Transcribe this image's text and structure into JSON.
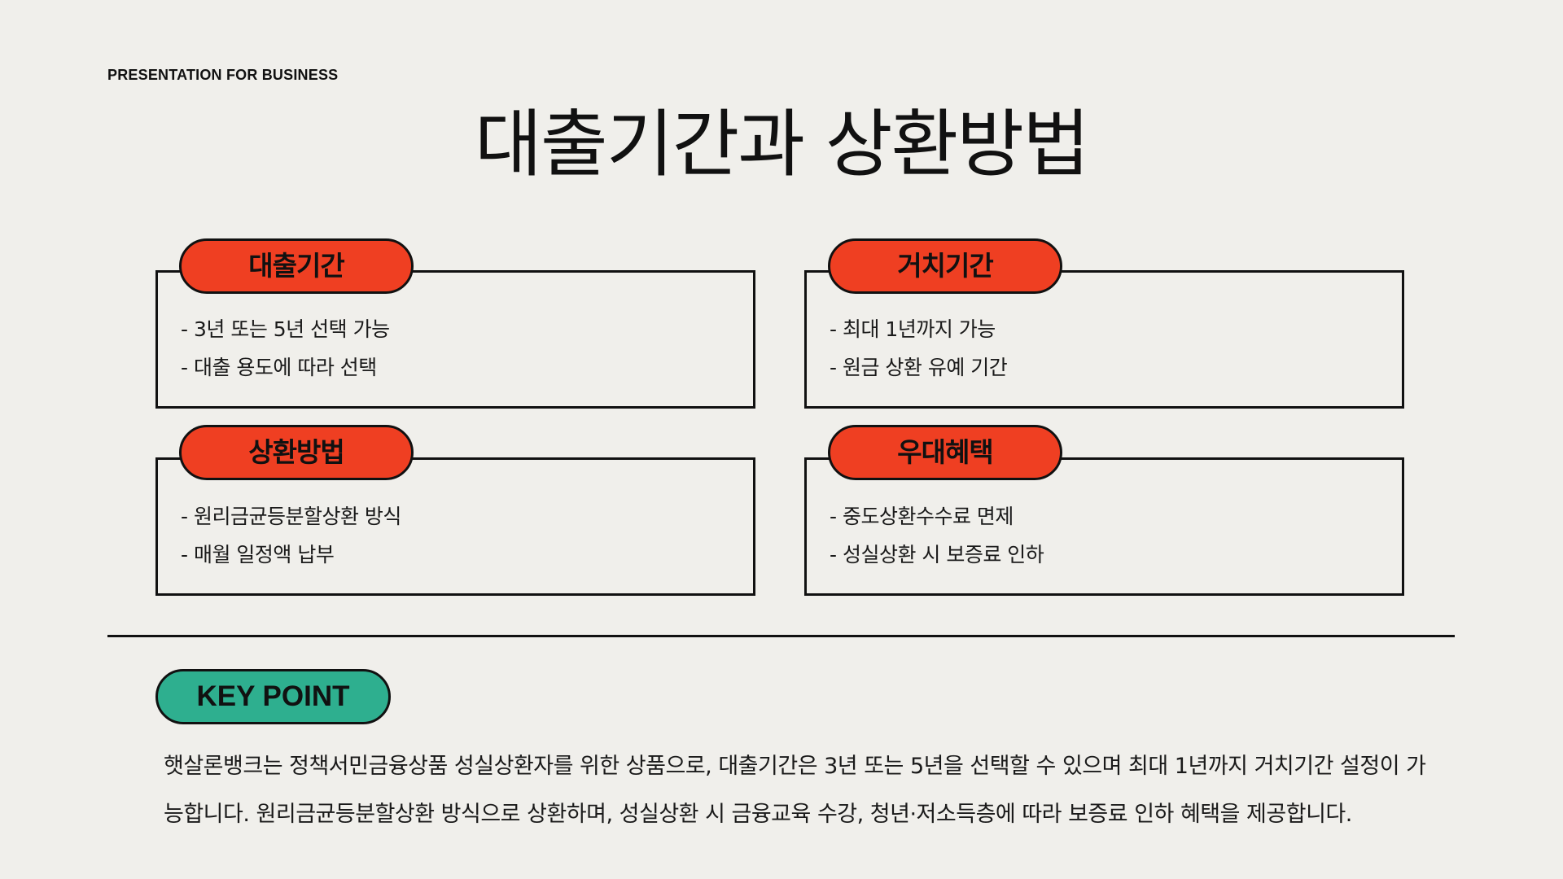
{
  "header": {
    "kicker": "PRESENTATION  FOR BUSINESS",
    "title": "대출기간과 상환방법"
  },
  "cards": [
    {
      "tag": "대출기간",
      "items": [
        "- 3년 또는 5년 선택 가능",
        "- 대출 용도에 따라 선택"
      ]
    },
    {
      "tag": "거치기간",
      "items": [
        "- 최대 1년까지 가능",
        "- 원금 상환 유예 기간"
      ]
    },
    {
      "tag": "상환방법",
      "items": [
        "- 원리금균등분할상환 방식",
        "- 매월 일정액 납부"
      ]
    },
    {
      "tag": "우대혜택",
      "items": [
        "- 중도상환수수료 면제",
        "- 성실상환 시 보증료 인하"
      ]
    }
  ],
  "key_point": {
    "label": "KEY POINT",
    "text": "햇살론뱅크는 정책서민금융상품 성실상환자를 위한 상품으로, 대출기간은 3년 또는 5년을 선택할 수 있으며 최대 1년까지 거치기간 설정이 가능합니다. 원리금균등분할상환 방식으로 상환하며, 성실상환 시 금융교육 수강, 청년·저소득층에 따라 보증료 인하 혜택을 제공합니다."
  },
  "colors": {
    "background": "#f0efeb",
    "tag_accent": "#ef3f22",
    "key_point_accent": "#2eaf8f",
    "ink": "#111111"
  }
}
